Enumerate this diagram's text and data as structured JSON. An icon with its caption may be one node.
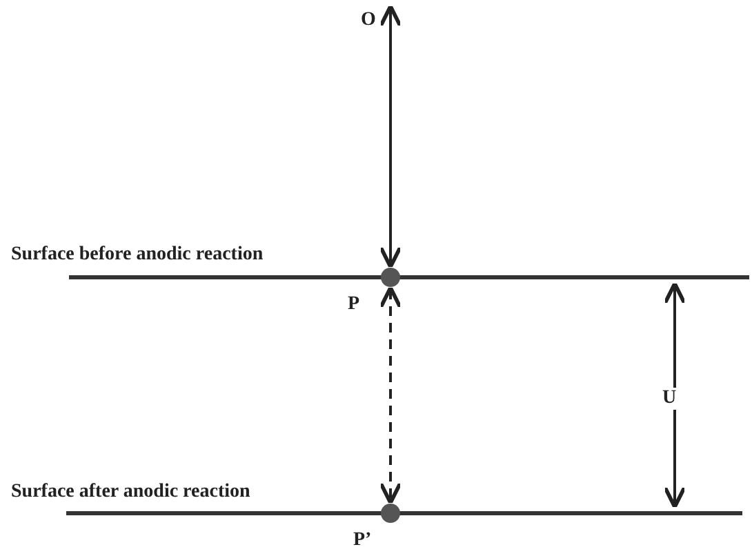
{
  "diagram": {
    "nodes": [
      {
        "text": [
          "O"
        ]
      },
      {
        "text": [],
        "shape": "circle",
        "beside": [
          "P"
        ]
      },
      {
        "text": [],
        "shape": "circle",
        "beside": [
          "P’"
        ]
      }
    ],
    "edges": [
      {
        "from": 0,
        "to": 1,
        "arrow": "both"
      },
      {
        "from": 1,
        "to": 2,
        "arrow": "both",
        "style": "dashed"
      }
    ],
    "labels": [
      "Surface before anodic reaction",
      "U",
      "Surface after anodic reaction"
    ]
  }
}
